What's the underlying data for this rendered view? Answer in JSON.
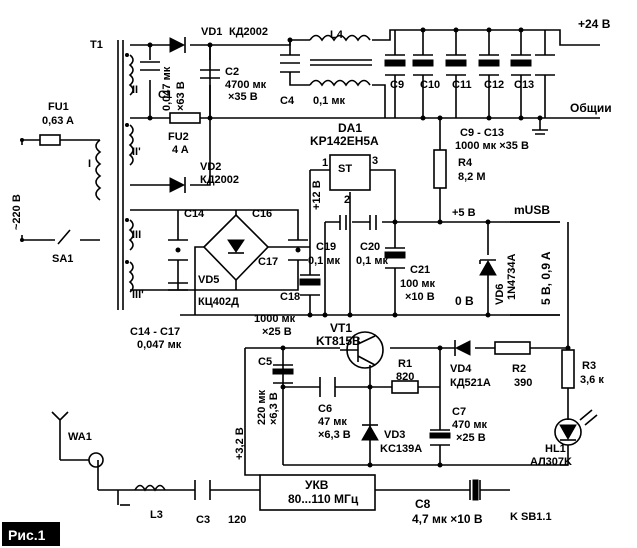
{
  "figure": {
    "label": "Рис.1"
  },
  "labels": {
    "T1": "T1",
    "winding_II_a": "II",
    "winding_II_b": "II'",
    "winding_I": "I",
    "winding_III": "III",
    "winding_III_b": "III'",
    "FU1": "FU1",
    "FU1_val": "0,63 A",
    "mains": "~220 B",
    "SA1": "SA1",
    "C1": "C1",
    "C1_val1": "0,047 мк",
    "C1_val2": "×63 B",
    "VD1": "VD1",
    "VD1_type": "КД2002",
    "C2": "C2",
    "C2_val1": "4700 мк",
    "C2_val2": "×35 B",
    "FU2": "FU2",
    "FU2_val": "4 A",
    "VD2": "VD2",
    "VD2_type": "КД2002",
    "L4": "L4",
    "L4_val": "0,1 мк",
    "C4": "C4",
    "C9": "C9",
    "C10": "C10",
    "C11": "C11",
    "C12": "C12",
    "C13": "C13",
    "C9_13": "C9 - C13",
    "C9_13_val": "1000 мк ×35 B",
    "plus24": "+24 B",
    "common": "Общии",
    "DA1": "DA1",
    "DA1_type": "KP142EH5A",
    "ST": "ST",
    "pin1": "1",
    "pin2": "2",
    "pin3": "3",
    "plus12": "+12 B",
    "R4": "R4",
    "R4_val": "8,2 M",
    "C14": "C14",
    "C16": "C16",
    "C17": "C17",
    "VD5": "VD5",
    "KC402": "КЦ402Д",
    "C18": "C18",
    "C18_val1": "1000 мк",
    "C18_val2": "×25 B",
    "C14_17": "C14 - C17",
    "C14_17_val": "0,047 мк",
    "C19": "C19",
    "C19_val": "0,1 мк",
    "C20": "C20",
    "C20_val": "0,1 мк",
    "C21": "C21",
    "C21_val1": "100 мк",
    "C21_val2": "×10 B",
    "plus5": "+5 B",
    "mUSB": "mUSB",
    "zeroV": "0 B",
    "VD6": "VD6",
    "VD6_type": "1N4734A",
    "usb_rating": "5 B, 0,9 A",
    "VT1": "VT1",
    "VT1_type": "KT815B",
    "C5": "C5",
    "C5_val1": "220 мк",
    "C5_val2": "×6,3 B",
    "C6": "C6",
    "C6_val1": "47 мк",
    "C6_val2": "×6,3 B",
    "R1": "R1",
    "R1_val": "820",
    "VD4": "VD4",
    "VD4_type": "КД521A",
    "R2": "R2",
    "R2_val": "390",
    "R3": "R3",
    "R3_val": "3,6 к",
    "C7": "C7",
    "C7_val1": "470 мк",
    "C7_val2": "×25 B",
    "VD3": "VD3",
    "VD3_type": "KC139A",
    "HL1": "HL1",
    "HL1_type": "AЛ307K",
    "v32": "+3,2 B",
    "WA1": "WA1",
    "L3": "L3",
    "C3": "C3",
    "C3_val": "120",
    "UKV": "УКВ",
    "UKV_range": "80...110 МГц",
    "C8": "C8",
    "C8_val": "4,7 мк ×10 B",
    "KSB": "K SB1.1",
    "plus": "+",
    "minus": "–"
  }
}
